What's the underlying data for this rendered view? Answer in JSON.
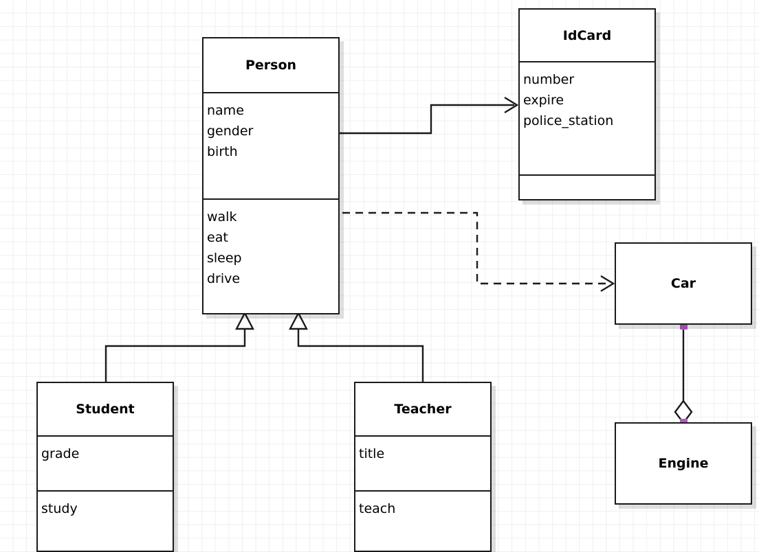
{
  "diagram": {
    "type": "uml-class-diagram",
    "background": "#ffffff",
    "grid_color": "#efefef",
    "line_color": "#1a1a1a",
    "handle_color": "#b05bc0"
  },
  "classes": {
    "person": {
      "name": "Person",
      "attributes": [
        "name",
        "gender",
        "birth"
      ],
      "methods": [
        "walk",
        "eat",
        "sleep",
        "drive"
      ]
    },
    "idcard": {
      "name": "IdCard",
      "attributes": [
        "number",
        "expire",
        "police_station"
      ],
      "methods": []
    },
    "student": {
      "name": "Student",
      "attributes": [
        "grade"
      ],
      "methods": [
        "study"
      ]
    },
    "teacher": {
      "name": "Teacher",
      "attributes": [
        "title"
      ],
      "methods": [
        "teach"
      ]
    },
    "car": {
      "name": "Car"
    },
    "engine": {
      "name": "Engine"
    }
  },
  "relationships": [
    {
      "kind": "association",
      "from": "Person",
      "to": "IdCard",
      "style": "solid",
      "arrow": "open"
    },
    {
      "kind": "dependency",
      "from": "Person",
      "to": "Car",
      "style": "dashed",
      "arrow": "open"
    },
    {
      "kind": "generalization",
      "from": "Student",
      "to": "Person",
      "style": "solid",
      "arrow": "hollow-triangle"
    },
    {
      "kind": "generalization",
      "from": "Teacher",
      "to": "Person",
      "style": "solid",
      "arrow": "hollow-triangle"
    },
    {
      "kind": "aggregation",
      "from": "Car",
      "to": "Engine",
      "style": "solid",
      "arrow": "hollow-diamond"
    }
  ]
}
